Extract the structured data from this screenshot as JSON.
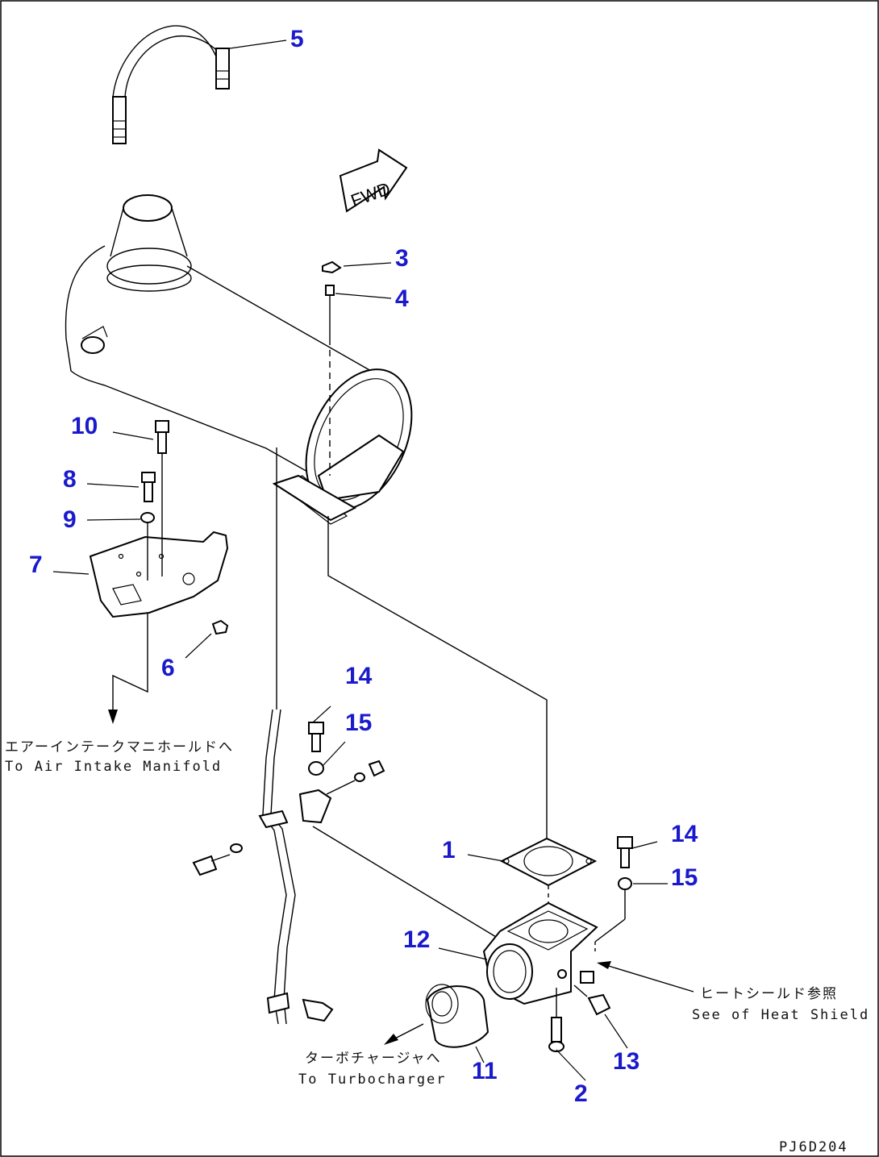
{
  "callouts": {
    "c1": "1",
    "c2": "2",
    "c3": "3",
    "c4": "4",
    "c5": "5",
    "c6": "6",
    "c7": "7",
    "c8": "8",
    "c9": "9",
    "c10": "10",
    "c11": "11",
    "c12": "12",
    "c13": "13",
    "c14a": "14",
    "c14b": "14",
    "c15a": "15",
    "c15b": "15"
  },
  "notes": {
    "air_intake_jp": "エアーインテークマニホールドへ",
    "air_intake_en": "To Air Intake Manifold",
    "turbo_jp": "ターボチャージャへ",
    "turbo_en": "To Turbocharger",
    "heat_shield_jp": "ヒートシールド参照",
    "heat_shield_en": "See of Heat Shield",
    "fwd": "FWD",
    "drawing_code": "PJ6D204"
  },
  "colors": {
    "callout": "#1a1acc",
    "linework": "#000000",
    "background": "#ffffff"
  }
}
